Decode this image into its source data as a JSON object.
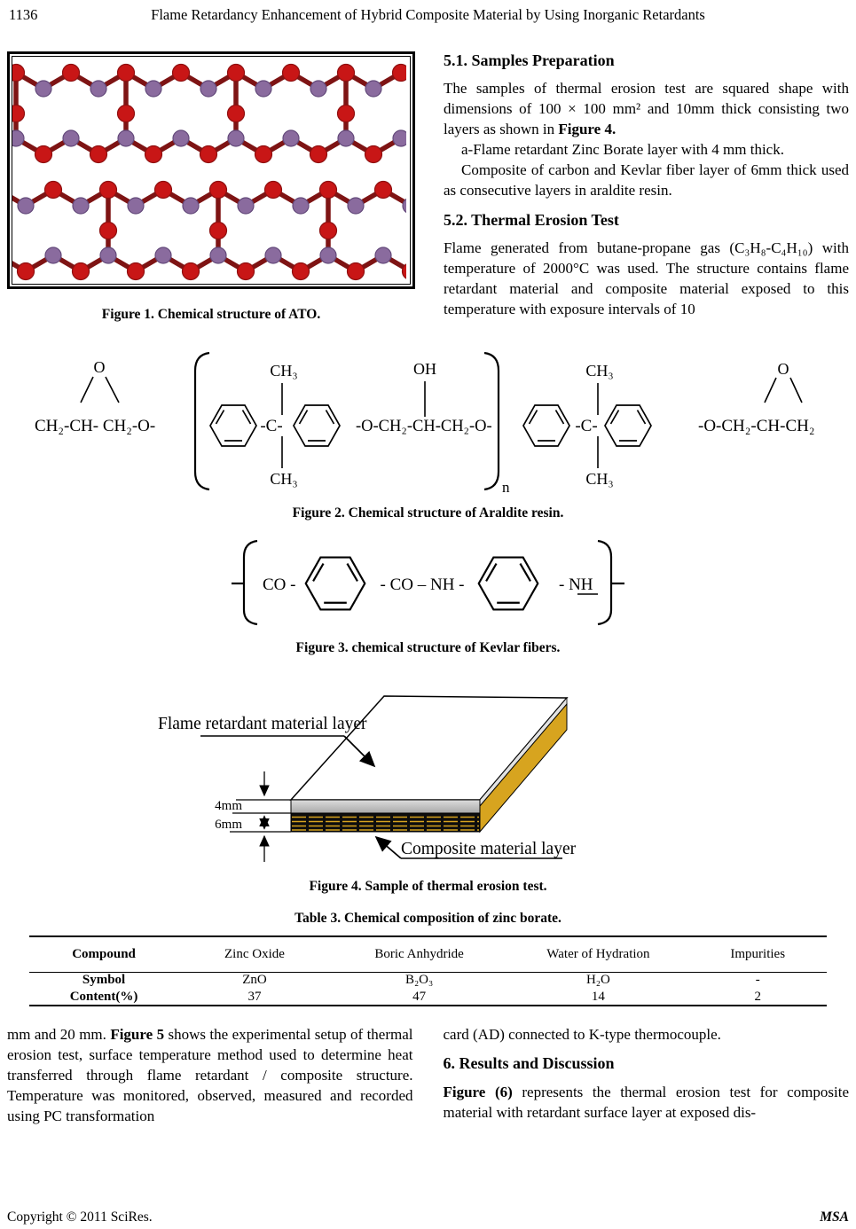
{
  "header": {
    "page_number": "1136",
    "title": "Flame Retardancy Enhancement of Hybrid Composite Material by Using Inorganic Retardants"
  },
  "sections": {
    "s51": {
      "heading": "5.1. Samples Preparation",
      "p1_pre": "The samples of thermal erosion test are squared shape with dimensions of 100 × 100 mm² and 10mm thick consisting two layers as shown in ",
      "p1_bold": "Figure 4.",
      "p2": "a-Flame retardant Zinc Borate layer with 4 mm thick.",
      "p3": "Composite of carbon and Kevlar fiber layer of 6mm thick used as consecutive layers in araldite resin."
    },
    "s52": {
      "heading": "5.2. Thermal Erosion Test",
      "p1": "Flame generated from butane-propane gas (C₃H₈-C₄H₁₀) with temperature of 2000°C was used. The structure contains flame retardant material and composite material exposed to this temperature with exposure intervals of 10"
    }
  },
  "figure1": {
    "caption": "Figure 1. Chemical structure of ATO.",
    "colors": {
      "oxygen": "#c81616",
      "oxygen_edge": "#8f0f0f",
      "antimony": "#8a6b9e",
      "antimony_edge": "#63497a",
      "bond": "#7e1414"
    }
  },
  "figure2": {
    "caption": "Figure 2. Chemical structure of Araldite resin.",
    "labels": {
      "epoxide_o": "O",
      "left_chain": "CH₂-CH- CH₂-O-",
      "c": "-C-",
      "ch3": "CH₃",
      "oh": "OH",
      "mid_chain": "-O-CH₂-CH-CH₂-O-",
      "n": "n",
      "right_chain": "-O-CH₂-CH-CH₂"
    }
  },
  "figure3": {
    "caption": "Figure 3. chemical structure of Kevlar fibers.",
    "labels": {
      "co": "CO -",
      "co_nh": "- CO – NH -",
      "nh": "- NH"
    }
  },
  "figure4": {
    "caption": "Figure 4. Sample of thermal erosion test.",
    "label_top": "Flame retardant material layer",
    "label_bottom": "Composite material layer",
    "dim_top": "4mm",
    "dim_bottom": "6mm",
    "colors": {
      "retardant_gray": "#bdbdbd",
      "composite_gold": "#d7a41f",
      "composite_black": "#0d0d0d"
    }
  },
  "table3": {
    "title": "Table 3. Chemical composition of zinc borate.",
    "columns": [
      "Compound",
      "Zinc Oxide",
      "Boric Anhydride",
      "Water of Hydration",
      "Impurities"
    ],
    "rows": [
      {
        "label": "Symbol",
        "values": [
          "ZnO",
          "B₂O₃",
          "H₂O",
          "-"
        ]
      },
      {
        "label": "Content(%)",
        "values": [
          "37",
          "47",
          "14",
          "2"
        ]
      }
    ]
  },
  "bottom": {
    "left_pre": "mm and 20 mm. ",
    "left_bold": "Figure 5",
    "left_post": " shows the experimental setup of thermal erosion test, surface temperature method used to determine heat transferred through flame retardant / composite structure. Temperature was monitored, observed, measured and recorded using PC transformation",
    "right_p1": "card (AD) connected to K-type thermocouple.",
    "heading": "6. Results and Discussion",
    "right_p2_bold": "Figure (6)",
    "right_p2_post": " represents the thermal erosion test for composite material with retardant surface layer at exposed dis-"
  },
  "footer": {
    "copyright": "Copyright © 2011 SciRes.",
    "journal": "MSA"
  }
}
